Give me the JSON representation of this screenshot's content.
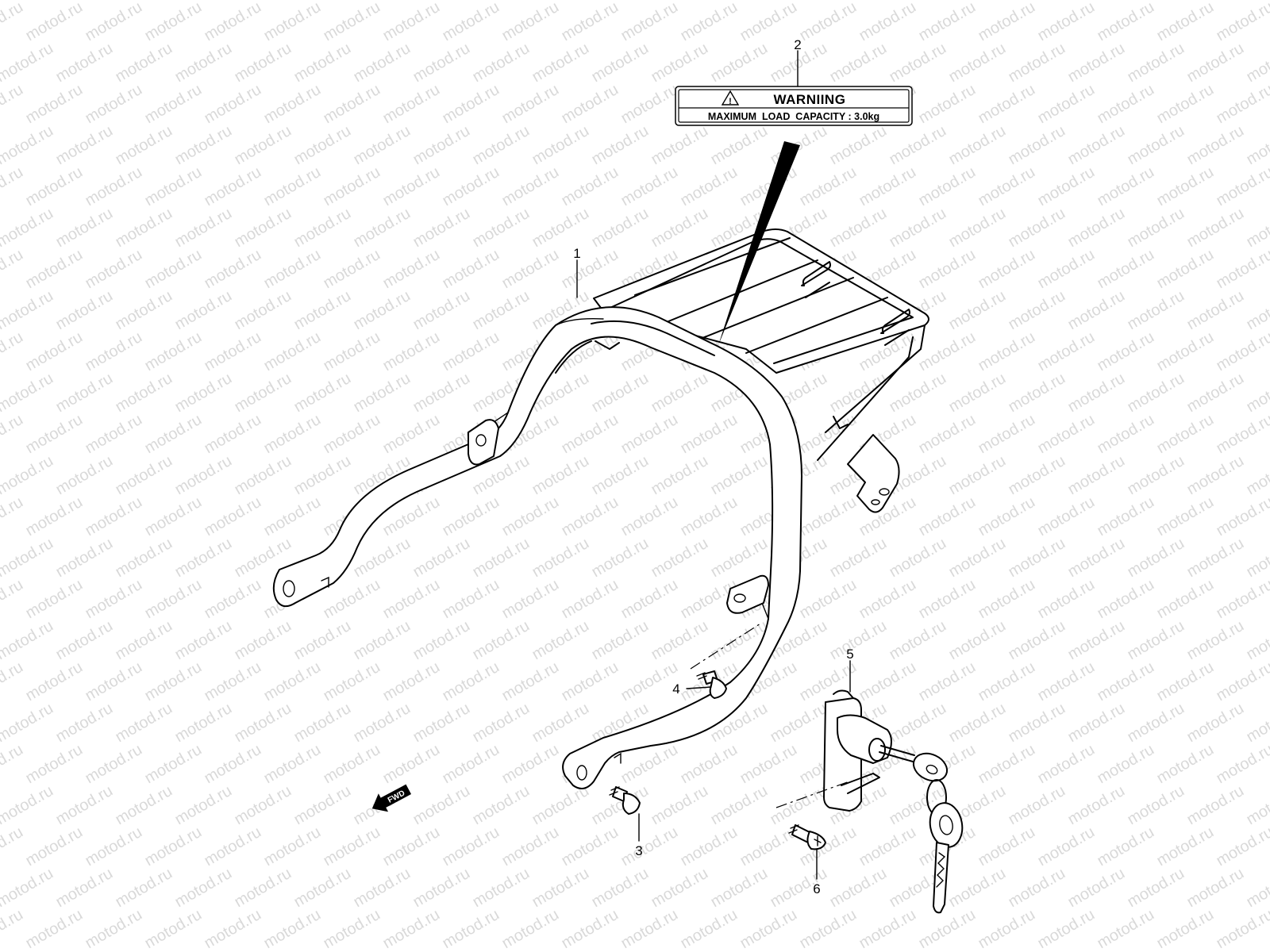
{
  "watermark": {
    "text": "motod.ru"
  },
  "warning_label": {
    "title": "WARNIING",
    "subtitle": "MAXIMUM  LOAD  CAPACITY : 3.0kg"
  },
  "callouts": [
    {
      "id": "1",
      "part": "rear carrier"
    },
    {
      "id": "2",
      "part": "warning label"
    },
    {
      "id": "3",
      "part": "bolt"
    },
    {
      "id": "4",
      "part": "bolt"
    },
    {
      "id": "5",
      "part": "helmet lock"
    },
    {
      "id": "6",
      "part": "screw"
    }
  ],
  "fwd_arrow": {
    "text": "FWD"
  },
  "colors": {
    "line": "#000000",
    "watermark": "#d9d9d9",
    "background": "#ffffff"
  }
}
